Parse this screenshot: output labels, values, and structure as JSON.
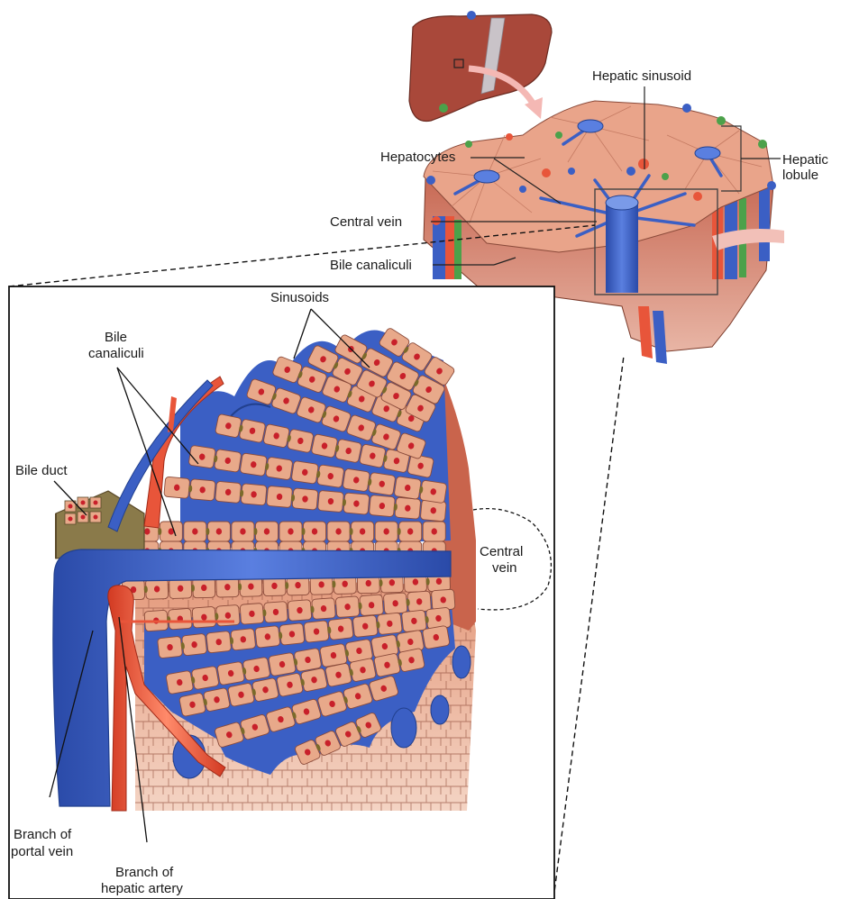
{
  "labels": {
    "hepatic_sinusoid": "Hepatic sinusoid",
    "hepatocytes": "Hepatocytes",
    "hepatic_lobule_1": "Hepatic",
    "hepatic_lobule_2": "lobule",
    "central_vein_top": "Central vein",
    "bile_canaliculi_top": "Bile canaliculi",
    "sinusoids": "Sinusoids",
    "bile_canaliculi_1": "Bile",
    "bile_canaliculi_2": "canaliculi",
    "bile_duct": "Bile duct",
    "central_vein_1": "Central",
    "central_vein_2": "vein",
    "portal_vein_1": "Branch of",
    "portal_vein_2": "portal vein",
    "hepatic_artery_1": "Branch of",
    "hepatic_artery_2": "hepatic artery"
  },
  "colors": {
    "hepatocyte": "#e8a98a",
    "hepatocyte_border": "#8a4a3a",
    "nucleus": "#c8202a",
    "portal_vein": "#3b5fc4",
    "portal_vein_dark": "#22408e",
    "hepatic_artery": "#e8553a",
    "bile_duct": "#8a7a4a",
    "liver": "#b0513f",
    "tissue": "#d98a6e"
  }
}
